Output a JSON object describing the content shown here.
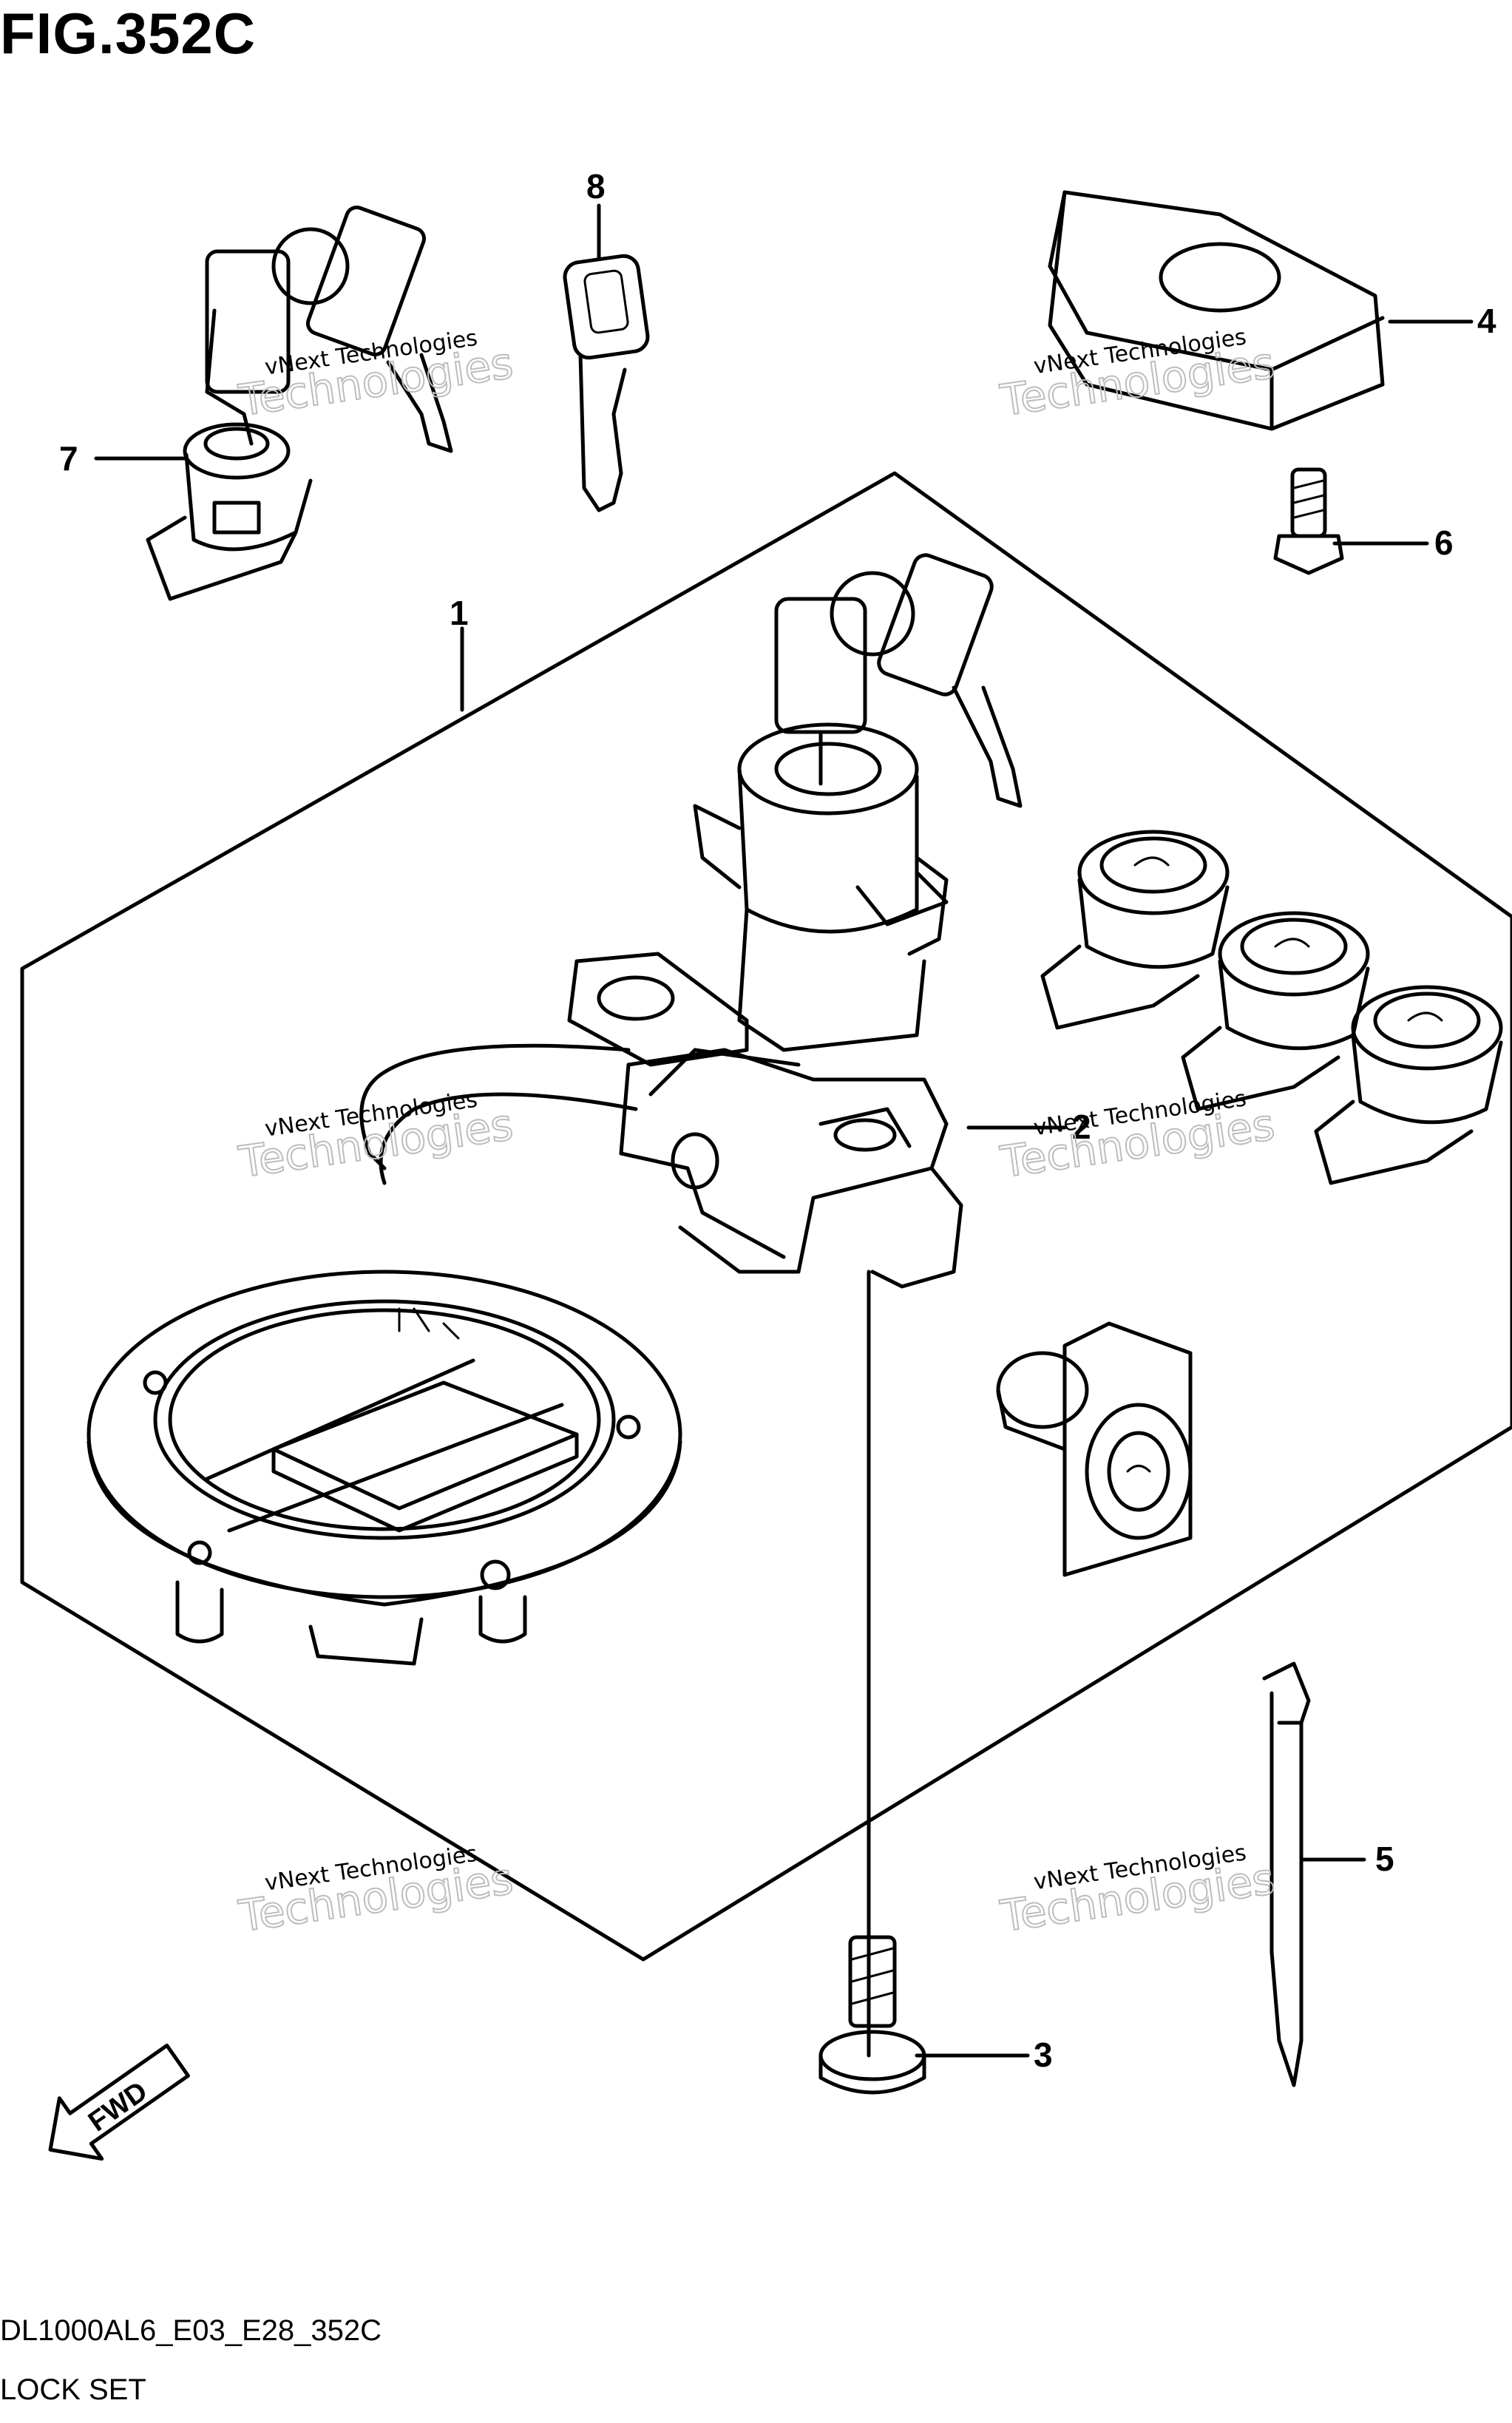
{
  "figure": {
    "title": "FIG.352C",
    "code": "DL1000AL6_E03_E28_352C",
    "name": "LOCK SET"
  },
  "callouts": [
    "1",
    "2",
    "3",
    "4",
    "5",
    "6",
    "7",
    "8"
  ],
  "watermark": {
    "line1": "vNext Technologies",
    "line2": "Technologies"
  },
  "direction": {
    "label": "FWD"
  }
}
